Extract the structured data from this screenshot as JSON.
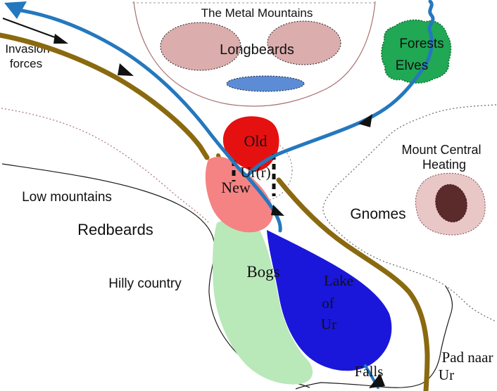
{
  "labels": {
    "metal_mountains": "The Metal Mountains",
    "longbeards": "Longbeards",
    "forests": "Forests",
    "elves": "Elves",
    "invasion_line1": "Invasion",
    "invasion_line2": "forces",
    "mount_central_line1": "Mount Central",
    "mount_central_line2": "Heating",
    "gnomes": "Gnomes",
    "low_mountains": "Low mountains",
    "redbeards": "Redbeards",
    "hilly_country": "Hilly country",
    "old_city": "Old",
    "new_city": "New",
    "ur_city": "Ur(r)",
    "bogs": "Bogs",
    "lake_line1": "Lake",
    "lake_line2": "of",
    "lake_line3": "Ur",
    "falls": "Falls",
    "pad_naar_line1": "Pad naar",
    "pad_naar_line2": "Ur"
  },
  "colors": {
    "river": "#2478be",
    "road": "#8a690f",
    "lake": "#1a17da",
    "bogs": "#b9e8b9",
    "old_city": "#e51111",
    "new_city": "#f58383",
    "longbeards_hills": "#dcadad",
    "mountain_lake": "#5c8cd5",
    "elves_forest": "#20a854",
    "volcano": "#e9c7c7",
    "volcano_crater": "#5b2a2a",
    "region_outline": "#a87070",
    "boundary": "#1c1c1c",
    "dotted_boundary": "#666666",
    "text": "#111111"
  }
}
